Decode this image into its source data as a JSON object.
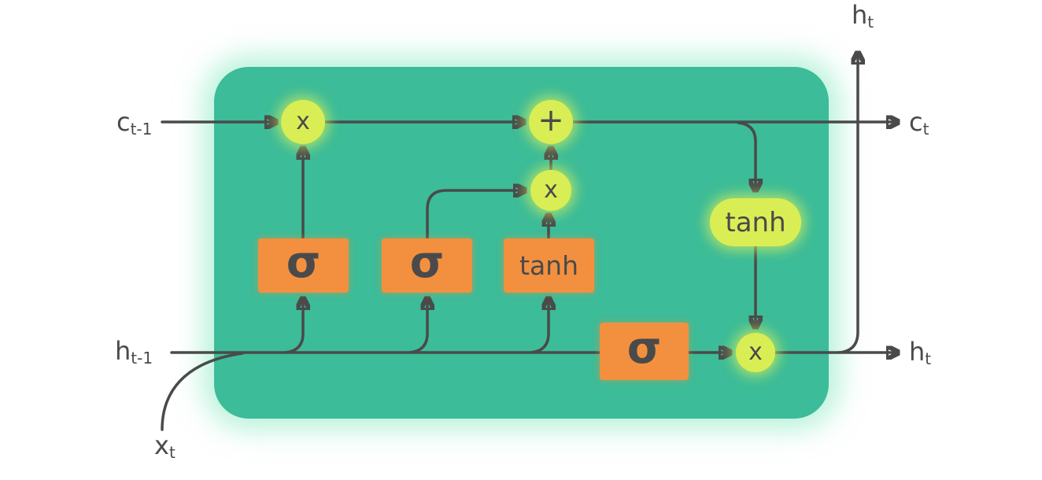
{
  "diagram": {
    "type": "lstm-cell",
    "colors": {
      "cell_body": "#3cbc98",
      "cell_glow": "#7de8bc",
      "op_node": "#d9ee54",
      "gate_box": "#f2903f",
      "line": "#4a4a4a",
      "text": "#4a4a4a"
    },
    "io_labels": {
      "c_prev": {
        "base": "c",
        "sub": "t-1"
      },
      "h_prev": {
        "base": "h",
        "sub": "t-1"
      },
      "x_input": {
        "base": "x",
        "sub": "t"
      },
      "c_next": {
        "base": "c",
        "sub": "t"
      },
      "h_out_right": {
        "base": "h",
        "sub": "t"
      },
      "h_out_top": {
        "base": "h",
        "sub": "t"
      }
    },
    "op_nodes": {
      "forget_multiply": "x",
      "cell_add": "+",
      "input_multiply": "x",
      "output_multiply": "x",
      "output_tanh": "tanh"
    },
    "gate_layers": {
      "forget_gate": "σ",
      "input_gate": "σ",
      "candidate_layer": "tanh",
      "output_gate": "σ"
    }
  }
}
